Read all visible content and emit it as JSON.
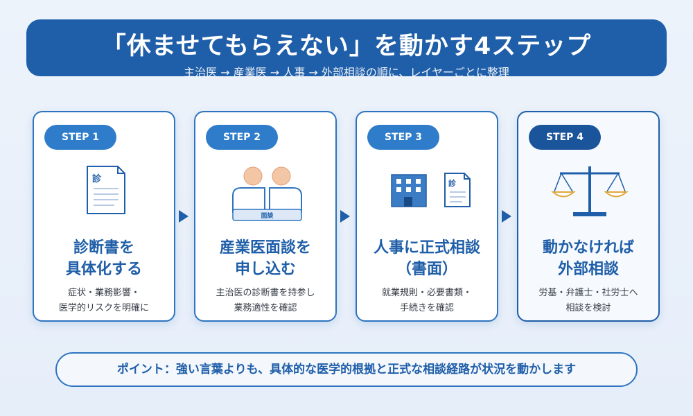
{
  "header": {
    "title": "「休ませてもらえない」を動かす4ステップ",
    "subtitle": "主治医 → 産業医 → 人事 → 外部相談の順に、レイヤーごとに整理"
  },
  "steps": [
    {
      "label": "STEP 1",
      "title_lines": [
        "診断書を",
        "具体化する"
      ],
      "desc_lines": [
        "症状・業務影響・",
        "医学的リスクを明確に"
      ],
      "icon": "medical-certificate-icon",
      "icon_text": "診"
    },
    {
      "label": "STEP 2",
      "title_lines": [
        "産業医面談を",
        "申し込む"
      ],
      "desc_lines": [
        "主治医の診断書を持参し",
        "業務適性を確認"
      ],
      "icon": "interview-people-icon",
      "icon_text": "面談"
    },
    {
      "label": "STEP 3",
      "title_lines": [
        "人事に正式相談",
        "（書面）"
      ],
      "desc_lines": [
        "就業規則・必要書類・",
        "手続きを確認"
      ],
      "icon": "office-building-icon",
      "icon_text": "診"
    },
    {
      "label": "STEP 4",
      "title_lines": [
        "動かなければ",
        "外部相談"
      ],
      "desc_lines": [
        "労基・弁護士・社労士へ",
        "相談を検討"
      ],
      "icon": "scales-icon"
    }
  ],
  "point": "ポイント：強い言葉よりも、具体的な医学的根拠と正式な相談経路が状況を動かします",
  "colors": {
    "primary": "#1f5ea8",
    "accent": "#2e7cca",
    "face": "#f3c6a6",
    "gold": "#e0a83a"
  }
}
